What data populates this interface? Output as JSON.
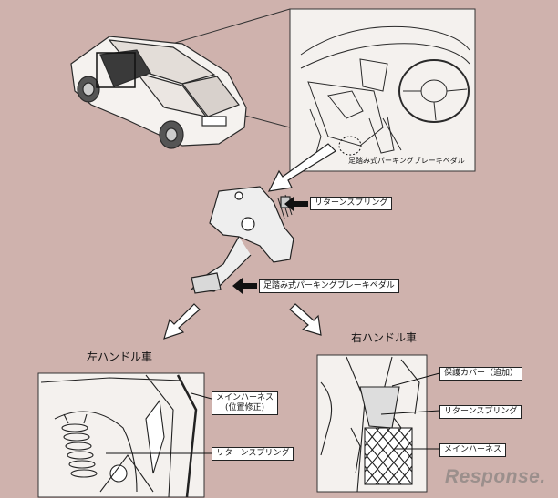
{
  "labels": {
    "parking_pedal_callout": "足踏み式パーキングブレーキペダル",
    "return_spring": "リターンスプリング",
    "parking_pedal": "足踏み式パーキングブレーキペダル",
    "lhd": "左ハンドル車",
    "rhd": "右ハンドル車",
    "lhd_main_harness": "メインハーネス\n(位置修正)",
    "lhd_return_spring": "リターンスプリング",
    "rhd_cover": "保護カバー（追加）",
    "rhd_return_spring": "リターンスプリング",
    "rhd_main_harness": "メインハーネス"
  },
  "watermark": "Response.",
  "colors": {
    "background": "#cfb2ad",
    "panel": "#f4f1ee",
    "line": "#2a2a2a"
  }
}
